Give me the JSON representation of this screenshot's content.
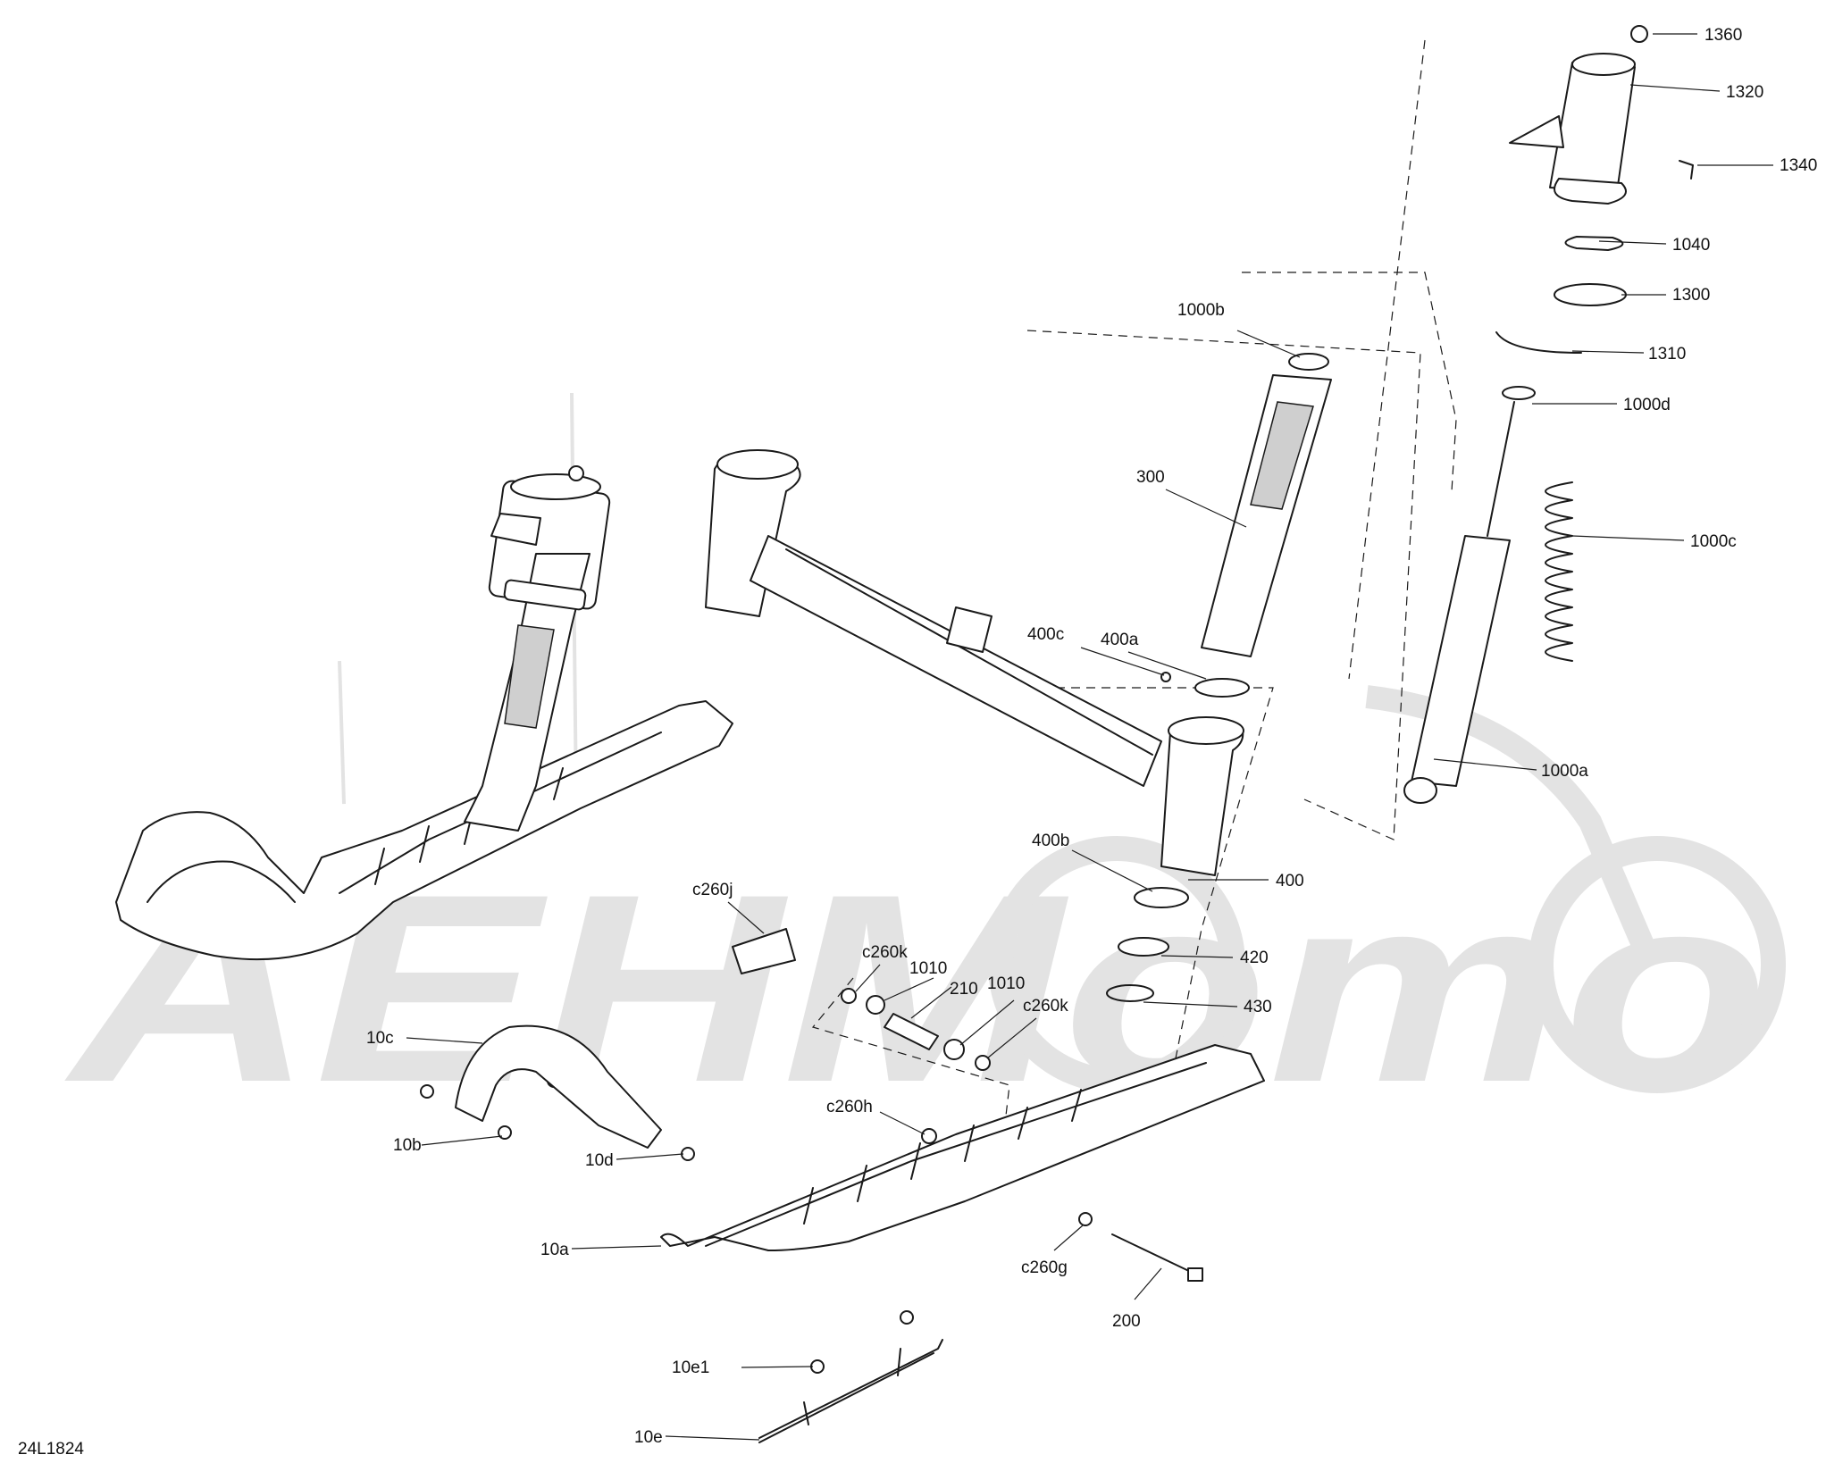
{
  "diagram_ref": "24L1824",
  "watermark_text": "АЕНМото",
  "colors": {
    "line": "#1a1a1a",
    "watermark": "#e3e3e3",
    "background": "#ffffff"
  },
  "callouts": [
    {
      "key": "c1360",
      "text": "1360"
    },
    {
      "key": "c1320",
      "text": "1320"
    },
    {
      "key": "c1340",
      "text": "1340"
    },
    {
      "key": "c1040",
      "text": "1040"
    },
    {
      "key": "c1300",
      "text": "1300"
    },
    {
      "key": "c1310",
      "text": "1310"
    },
    {
      "key": "c1000d",
      "text": "1000d"
    },
    {
      "key": "c1000c",
      "text": "1000c"
    },
    {
      "key": "c1000a",
      "text": "1000a"
    },
    {
      "key": "c1000b",
      "text": "1000b"
    },
    {
      "key": "c300",
      "text": "300"
    },
    {
      "key": "c400c",
      "text": "400c"
    },
    {
      "key": "c400a",
      "text": "400a"
    },
    {
      "key": "c400b",
      "text": "400b"
    },
    {
      "key": "c400",
      "text": "400"
    },
    {
      "key": "c420",
      "text": "420"
    },
    {
      "key": "c430",
      "text": "430"
    },
    {
      "key": "c260j",
      "text": "c260j"
    },
    {
      "key": "c260k_1",
      "text": "c260k"
    },
    {
      "key": "c1010_1",
      "text": "1010"
    },
    {
      "key": "c210",
      "text": "210"
    },
    {
      "key": "c1010_2",
      "text": "1010"
    },
    {
      "key": "c260k_2",
      "text": "c260k"
    },
    {
      "key": "c10c",
      "text": "10c"
    },
    {
      "key": "c10b",
      "text": "10b"
    },
    {
      "key": "c10d",
      "text": "10d"
    },
    {
      "key": "c260h",
      "text": "c260h"
    },
    {
      "key": "c10a",
      "text": "10a"
    },
    {
      "key": "c260g",
      "text": "c260g"
    },
    {
      "key": "c200",
      "text": "200"
    },
    {
      "key": "c10e1",
      "text": "10e1"
    },
    {
      "key": "c10e",
      "text": "10e"
    }
  ]
}
